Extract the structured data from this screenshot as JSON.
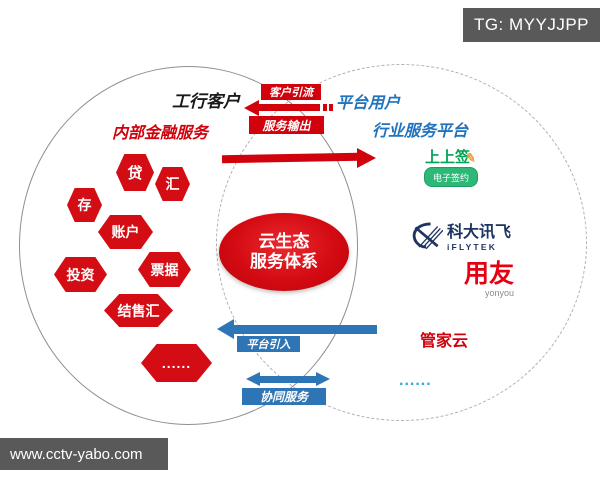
{
  "watermarks": {
    "top_right": "TG: MYYJJPP",
    "bottom_left": "www.cctv-yabo.com"
  },
  "center_ellipse": {
    "line1": "云生态",
    "line2": "服务体系"
  },
  "left_circle": {
    "user_label": "工行客户",
    "section_label": "内部金融服务",
    "hexagons": [
      {
        "label": "贷"
      },
      {
        "label": "汇"
      },
      {
        "label": "存"
      },
      {
        "label": "账户"
      },
      {
        "label": "投资"
      },
      {
        "label": "票据"
      },
      {
        "label": "结售汇"
      },
      {
        "label": "......"
      }
    ]
  },
  "right_circle": {
    "user_label": "平台用户",
    "section_label": "行业服务平台",
    "partners": [
      {
        "name": "上上签",
        "tag": "电子签约"
      },
      {
        "name": "科大讯飞",
        "sub": "iFLYTEK"
      },
      {
        "name": "用友",
        "sub": "yonyou"
      },
      {
        "name": "管家云"
      },
      {
        "name": "......"
      }
    ]
  },
  "flows": {
    "customer_inflow": "客户引流",
    "service_output": "服务输出",
    "platform_import": "平台引入",
    "collaborative_service": "协同服务"
  },
  "colors": {
    "red": "#d2020d",
    "arrow_blue": "#2e75b6",
    "label_blue": "#2273bd",
    "green": "#00a455",
    "navy": "#1e3460",
    "yonyou_red": "#e60012",
    "light_blue": "#2da7dc",
    "watermark_bg": "#595959",
    "left_circle_border": "#8f8f8f",
    "right_circle_border": "#b0b0b0"
  }
}
